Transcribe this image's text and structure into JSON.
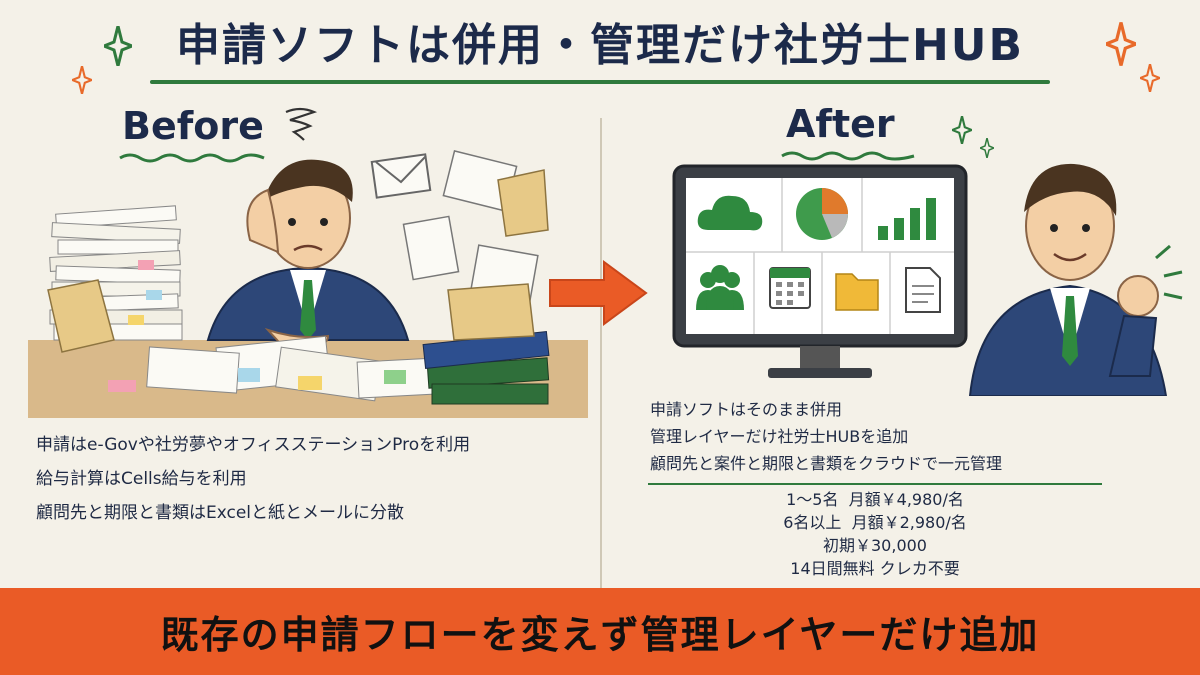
{
  "title": "申請ソフトは併用・管理だけ社労士HUB",
  "before": {
    "label": "Before",
    "lines": [
      "申請はe-Govや社労夢やオフィスステーションProを利用",
      "給与計算はCells給与を利用",
      "顧問先と期限と書類はExcelと紙とメールに分散"
    ]
  },
  "after": {
    "label": "After",
    "lines": [
      "申請ソフトはそのまま併用",
      "管理レイヤーだけ社労士HUBを追加",
      "顧問先と案件と期限と書類をクラウドで一元管理"
    ],
    "pricing": [
      "1～5名  月額￥4,980/名",
      "6名以上  月額￥2,980/名",
      "初期￥30,000",
      "14日間無料 クレカ不要"
    ]
  },
  "banner": "既存の申請フローを変えず管理レイヤーだけ追加",
  "colors": {
    "accent_green": "#2f7a3d",
    "accent_orange": "#ea5b26",
    "navy": "#1c2a4a",
    "background": "#f4f1e8"
  },
  "icons": [
    "cloud-icon",
    "pie-chart-icon",
    "bar-chart-icon",
    "users-icon",
    "calendar-icon",
    "folder-icon",
    "document-icon",
    "envelope-icon",
    "sparkle-icon",
    "arrow-right-icon"
  ]
}
